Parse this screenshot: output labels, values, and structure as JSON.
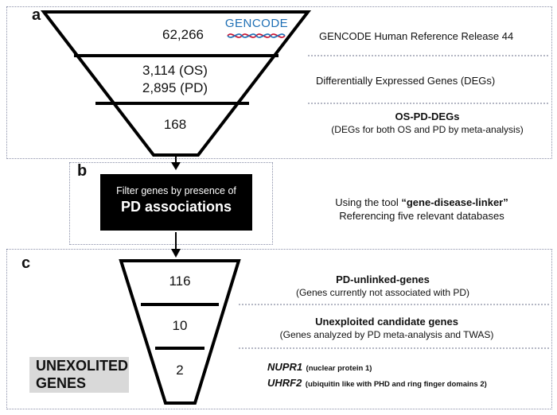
{
  "panel_a": {
    "label": "a",
    "logo_text": "GENCODE",
    "funnel": [
      {
        "value": "62,266",
        "desc_bold": "",
        "desc": "GENCODE Human Reference Release 44"
      },
      {
        "value_line1": "3,114 (OS)",
        "value_line2": "2,895 (PD)",
        "desc_bold": "",
        "desc": "Differentially Expressed Genes (DEGs)"
      },
      {
        "value": "168",
        "desc_bold": "OS-PD-DEGs",
        "desc": "(DEGs for both OS and PD by meta-analysis)"
      }
    ]
  },
  "panel_b": {
    "label": "b",
    "box_line1": "Filter genes by presence of",
    "box_line2": "PD associations",
    "tool_prefix": "Using the tool ",
    "tool_name": "“gene-disease-linker”",
    "tool_line2": "Referencing five relevant databases"
  },
  "panel_c": {
    "label": "c",
    "badge_line1": "UNEXOLITED",
    "badge_line2": "GENES",
    "funnel": [
      {
        "value": "116",
        "desc_bold": "PD-unlinked-genes",
        "desc": "(Genes currently not associated with PD)"
      },
      {
        "value": "10",
        "desc_bold": "Unexploited candidate genes",
        "desc": "(Genes analyzed by PD meta-analysis and TWAS)"
      },
      {
        "value": "2"
      }
    ],
    "genes": [
      {
        "name": "NUPR1",
        "detail": "(nuclear protein 1)"
      },
      {
        "name": "UHRF2",
        "detail": "(ubiquitin like with PHD and ring finger domains 2)"
      }
    ]
  },
  "colors": {
    "logo_blue": "#1e6fb5",
    "logo_red": "#c8102e",
    "badge_gray": "#d9d9d9"
  }
}
